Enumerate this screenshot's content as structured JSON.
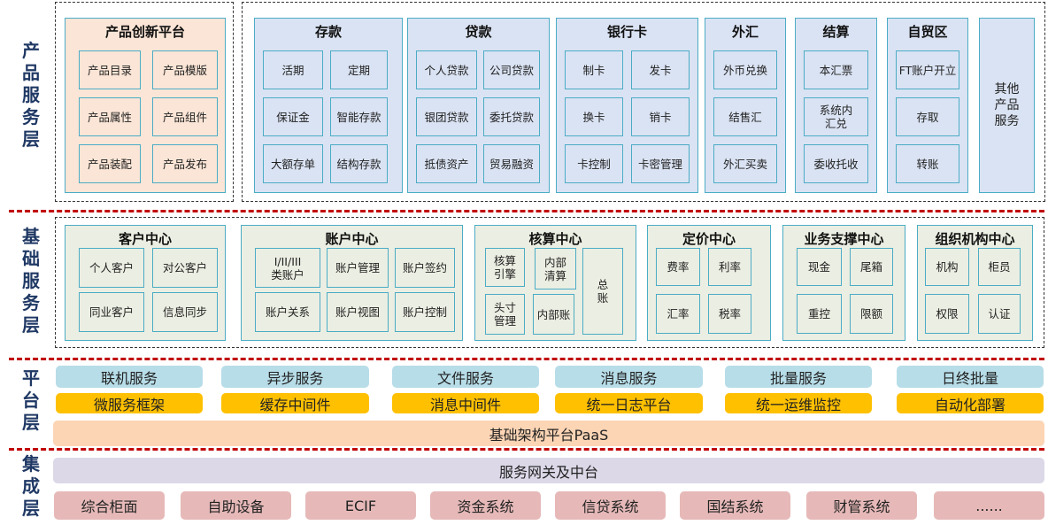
{
  "layers": {
    "product": "产品服务层",
    "base": "基础服务层",
    "platform": "平台层",
    "integration": "集成层"
  },
  "product": {
    "panels": [
      {
        "title": "产品创新平台",
        "items": [
          "产品目录",
          "产品模版",
          "产品属性",
          "产品组件",
          "产品装配",
          "产品发布"
        ]
      },
      {
        "title": "存款",
        "items": [
          "活期",
          "定期",
          "保证金",
          "智能存款",
          "大额存单",
          "结构存款"
        ]
      },
      {
        "title": "贷款",
        "items": [
          "个人贷款",
          "公司贷款",
          "银团贷款",
          "委托贷款",
          "抵债资产",
          "贸易融资"
        ]
      },
      {
        "title": "银行卡",
        "items": [
          "制卡",
          "发卡",
          "换卡",
          "销卡",
          "卡控制",
          "卡密管理"
        ]
      },
      {
        "title": "外汇",
        "items": [
          "外币兑换",
          "结售汇",
          "外汇买卖"
        ]
      },
      {
        "title": "结算",
        "items": [
          "本汇票",
          "系统内\n汇兑",
          "委收托收"
        ]
      },
      {
        "title": "自贸区",
        "items": [
          "FT账户开立",
          "存取",
          "转账"
        ]
      }
    ],
    "other": "其他\n产品\n服务"
  },
  "base": {
    "panels": [
      {
        "title": "客户中心",
        "items": [
          "个人客户",
          "对公客户",
          "同业客户",
          "信息同步"
        ]
      },
      {
        "title": "账户中心",
        "items": [
          "I/II/III\n类账户",
          "账户管理",
          "账户签约",
          "账户关系",
          "账户视图",
          "账户控制"
        ]
      },
      {
        "title": "核算中心",
        "items": [
          "核算\n引擎",
          "内部\n清算",
          "头寸\n管理",
          "内部账",
          "总\n账"
        ]
      },
      {
        "title": "定价中心",
        "items": [
          "费率",
          "利率",
          "汇率",
          "税率"
        ]
      },
      {
        "title": "业务支撑中心",
        "items": [
          "现金",
          "尾箱",
          "重控",
          "限额"
        ]
      },
      {
        "title": "组织机构中心",
        "items": [
          "机构",
          "柜员",
          "权限",
          "认证"
        ]
      }
    ]
  },
  "platform": {
    "services": [
      "联机服务",
      "异步服务",
      "文件服务",
      "消息服务",
      "批量服务",
      "日终批量"
    ],
    "middleware": [
      "微服务框架",
      "缓存中间件",
      "消息中间件",
      "统一日志平台",
      "统一运维监控",
      "自动化部署"
    ],
    "paas": "基础架构平台PaaS"
  },
  "integration": {
    "gateway": "服务网关及中台",
    "systems": [
      "综合柜面",
      "自助设备",
      "ECIF",
      "资金系统",
      "信贷系统",
      "国结系统",
      "财管系统",
      "......"
    ]
  }
}
